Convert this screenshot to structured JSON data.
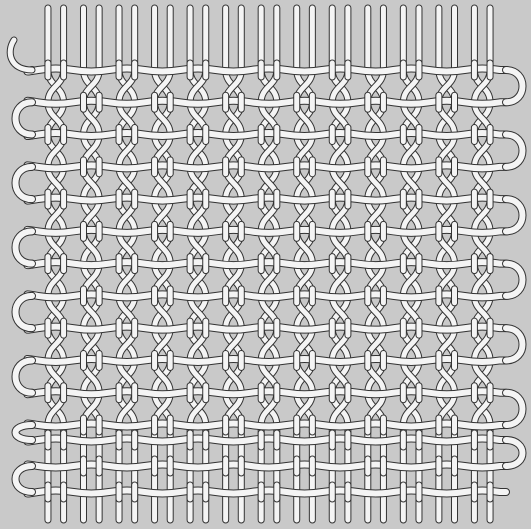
{
  "figure": {
    "subject": "twined-weave-illustration",
    "background_color": "#c9c9c9",
    "strand_fill_color": "#f4f4f4",
    "strand_outline_color": "#333333",
    "warp_pair_count": 13,
    "weft_row_count": 15,
    "warp_ends_loose_at_top": true,
    "weft_loops_at_side_edges": true,
    "bottom_rows_plain_weave": 3
  }
}
